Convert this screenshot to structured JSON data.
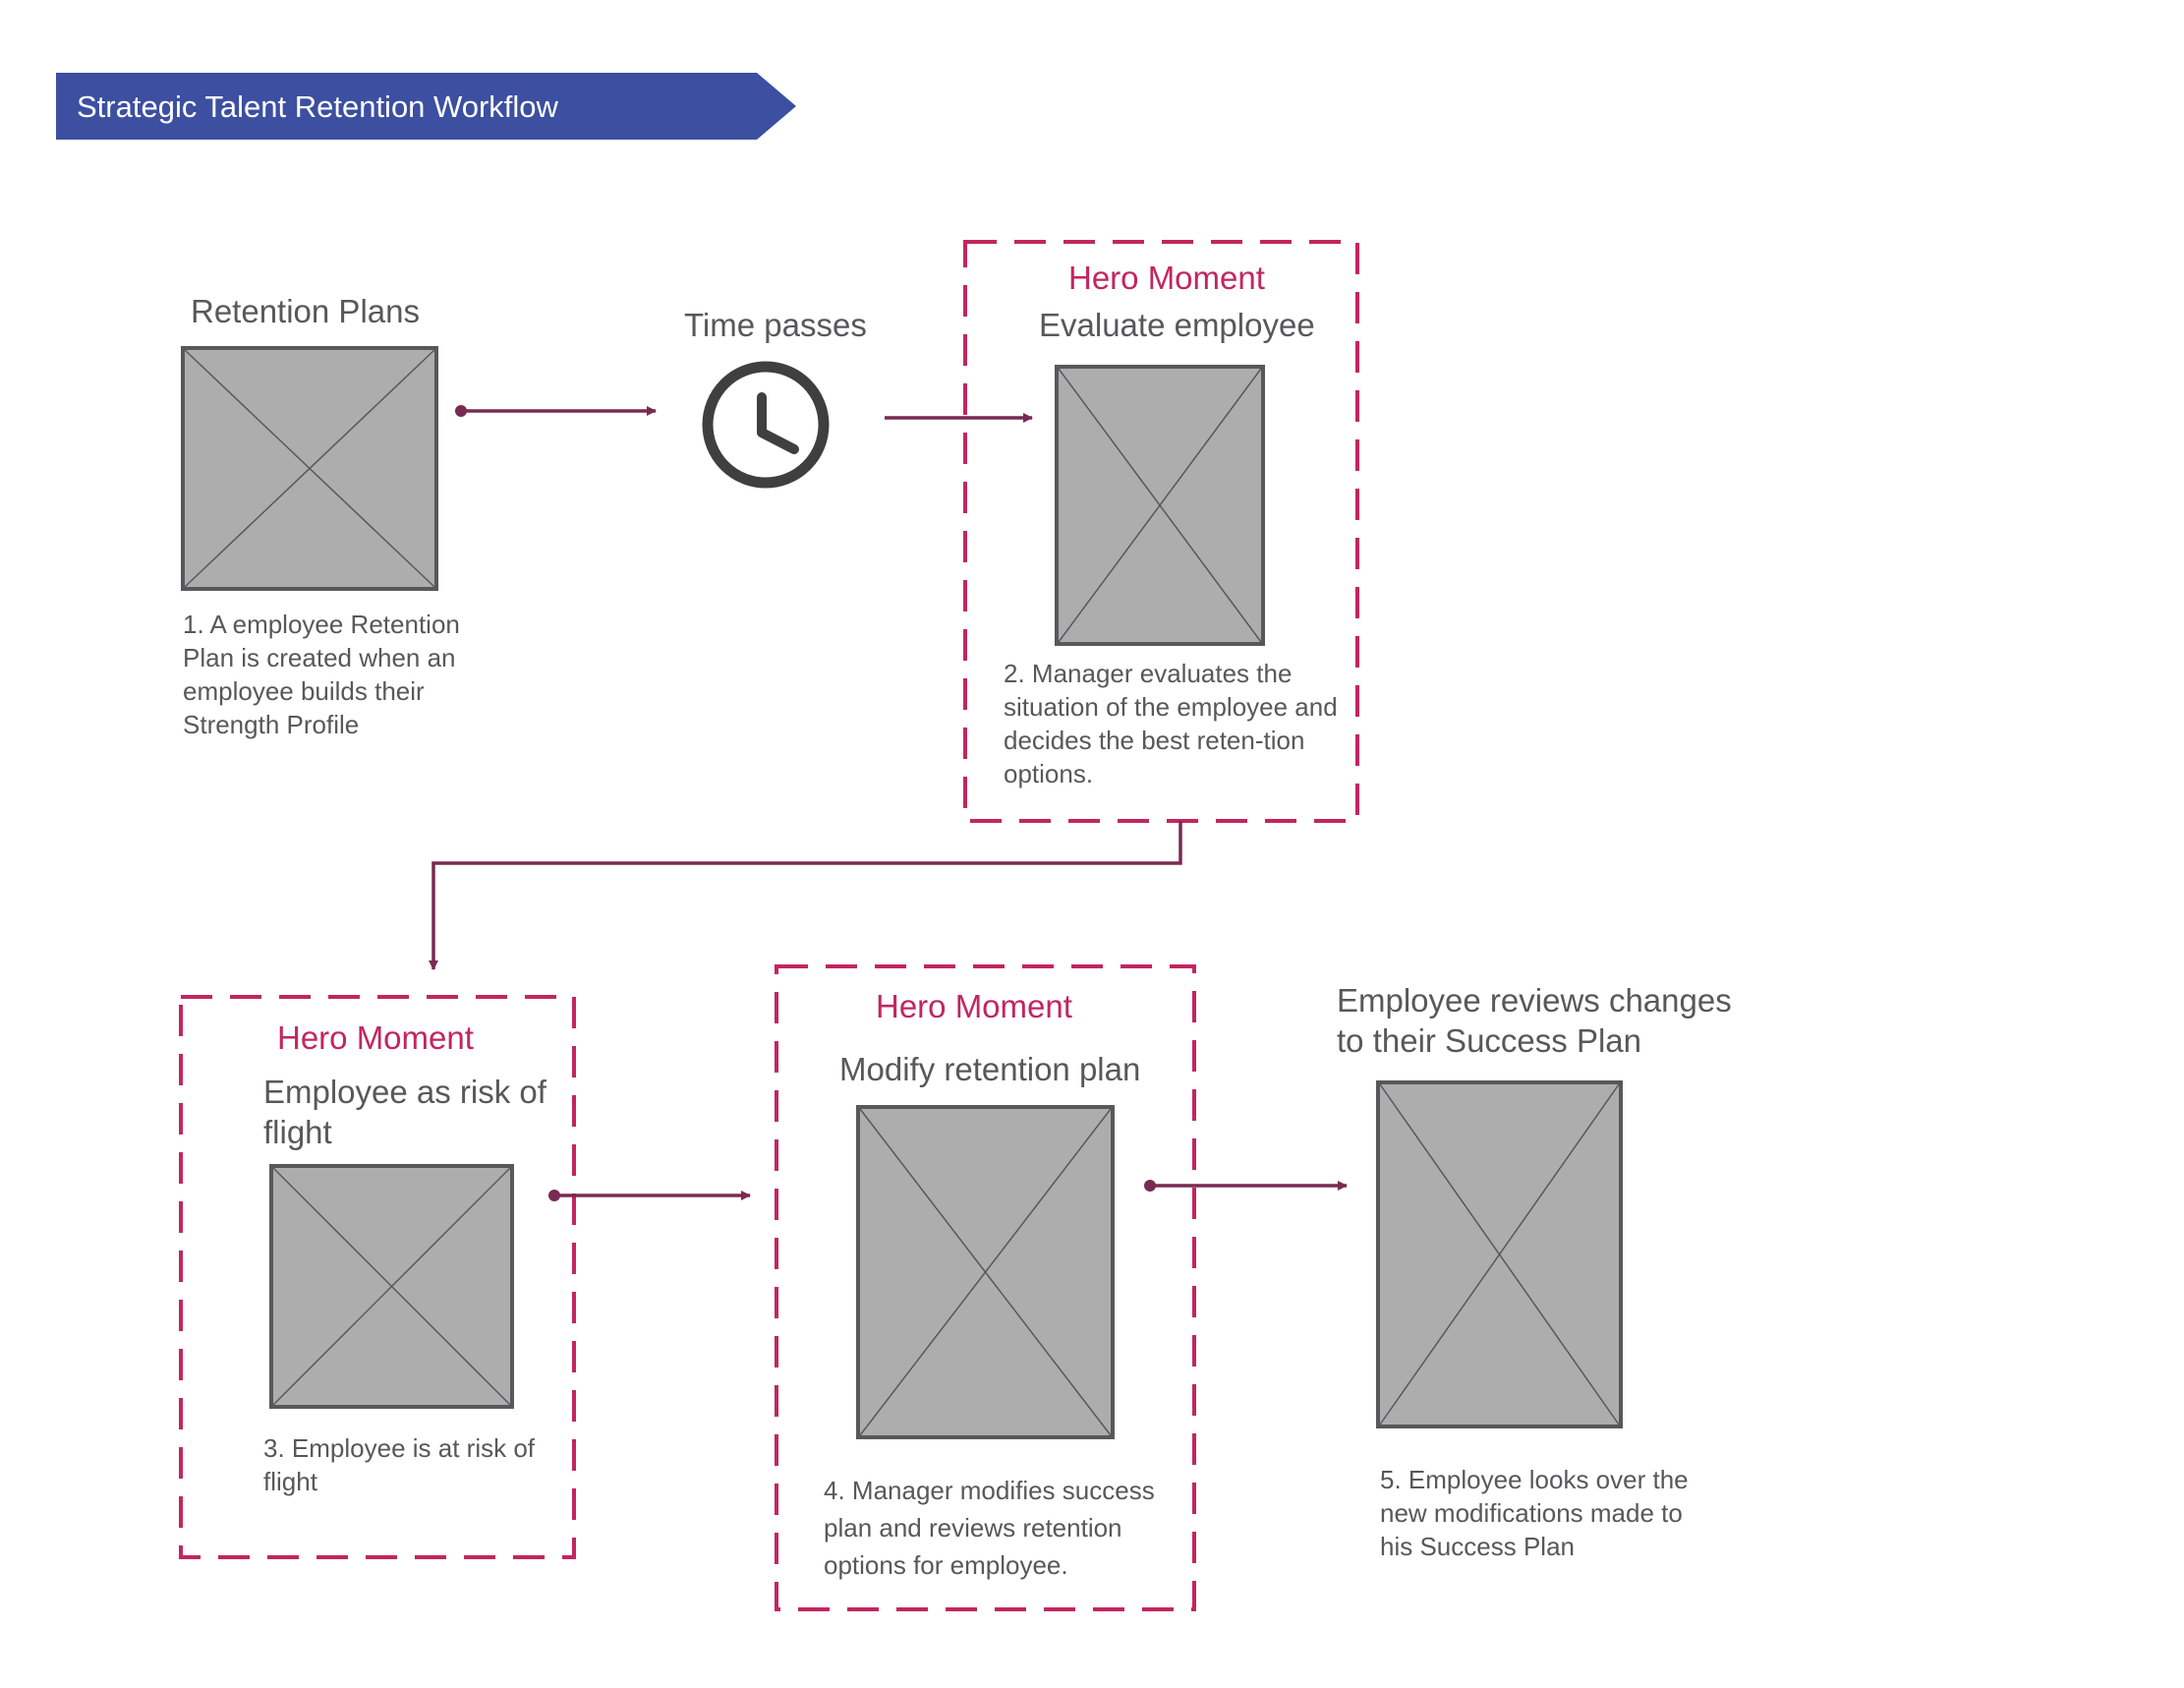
{
  "header": {
    "title": "Strategic Talent Retention Workflow"
  },
  "colors": {
    "banner": "#3c4fa0",
    "hero_accent": "#c2265f",
    "connector": "#7a2a50",
    "placeholder_fill": "#adadae",
    "placeholder_border": "#58585a",
    "text": "#58585a"
  },
  "steps": [
    {
      "title": "Retention Plans",
      "icon": "image-placeholder-icon",
      "caption": "1. A employee Retention Plan is created when an employee builds their Strength Profile"
    },
    {
      "title": "Time passes",
      "icon": "clock-icon"
    },
    {
      "hero": "Hero Moment",
      "title": "Evaluate employee",
      "icon": "image-placeholder-icon",
      "caption": "2. Manager evaluates the situation of the employee and decides the best reten-tion options."
    },
    {
      "hero": "Hero Moment",
      "title": "Employee as risk of flight",
      "icon": "image-placeholder-icon",
      "caption": "3. Employee is at risk of flight"
    },
    {
      "hero": "Hero Moment",
      "title": "Modify retention plan",
      "icon": "image-placeholder-icon",
      "caption": "4. Manager modifies success plan and reviews retention options for employee."
    },
    {
      "title": "Employee reviews changes to their Success Plan",
      "icon": "image-placeholder-icon",
      "caption": "5. Employee looks over the new modifications made to his Success Plan"
    }
  ]
}
